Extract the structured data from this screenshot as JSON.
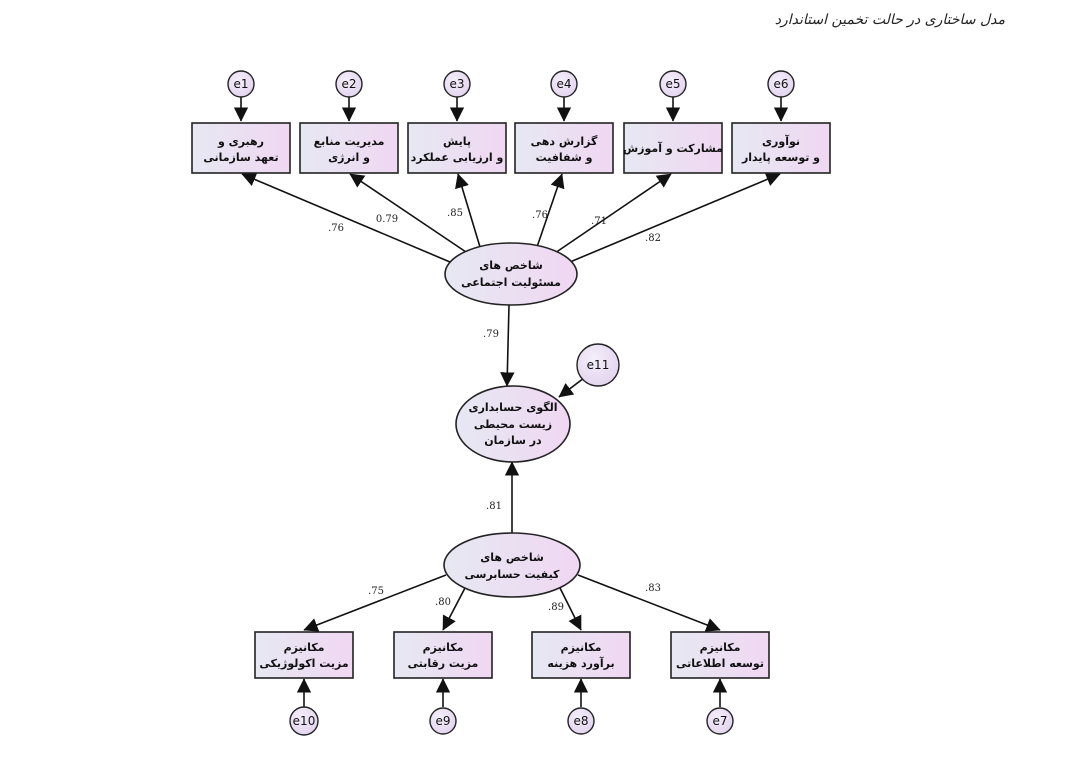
{
  "caption": "مدل ساختاری در حالت تخمین استاندارد",
  "latents": {
    "social": {
      "line1": "شاخص های",
      "line2": "مسئولیت اجتماعی"
    },
    "model": {
      "line1": "الگوی حسابداری",
      "line2": "زیست محیطی",
      "line3": "در سازمان"
    },
    "quality": {
      "line1": "شاخص های",
      "line2": "کیفیت حسابرسی"
    }
  },
  "top_indicators": [
    {
      "line1": "رهبری و",
      "line2": "تعهد سازمانی",
      "error": "e1",
      "loading": ".76"
    },
    {
      "line1": "مدیریت منابع",
      "line2": "و انرژی",
      "error": "e2",
      "loading": "0.79"
    },
    {
      "line1": "پایش",
      "line2": "و ارزیابی عملکرد",
      "error": "e3",
      "loading": ".85"
    },
    {
      "line1": "گزارش دهی",
      "line2": "و شفافیت",
      "error": "e4",
      "loading": ".76"
    },
    {
      "line1": "مشارکت و آموزش",
      "line2": "",
      "error": "e5",
      "loading": ".71"
    },
    {
      "line1": "نوآوری",
      "line2": "و توسعه پایدار",
      "error": "e6",
      "loading": ".82"
    }
  ],
  "bottom_indicators": [
    {
      "line1": "مکانیزم",
      "line2": "مزیت اکولوژیکی",
      "error": "e10",
      "loading": ".75"
    },
    {
      "line1": "مکانیزم",
      "line2": "مزیت رقابتی",
      "error": "e9",
      "loading": ".80"
    },
    {
      "line1": "مکانیزم",
      "line2": "برآورد هزینه",
      "error": "e8",
      "loading": ".89"
    },
    {
      "line1": "مکانیزم",
      "line2": "توسعه اطلاعاتی",
      "error": "e7",
      "loading": ".83"
    }
  ],
  "paths": {
    "social_to_model": ".79",
    "quality_to_model": ".81"
  },
  "model_error": "e11",
  "colors": {
    "box_left": "#e6e8f2",
    "box_right": "#f0d7f2",
    "stroke": "#222222"
  }
}
